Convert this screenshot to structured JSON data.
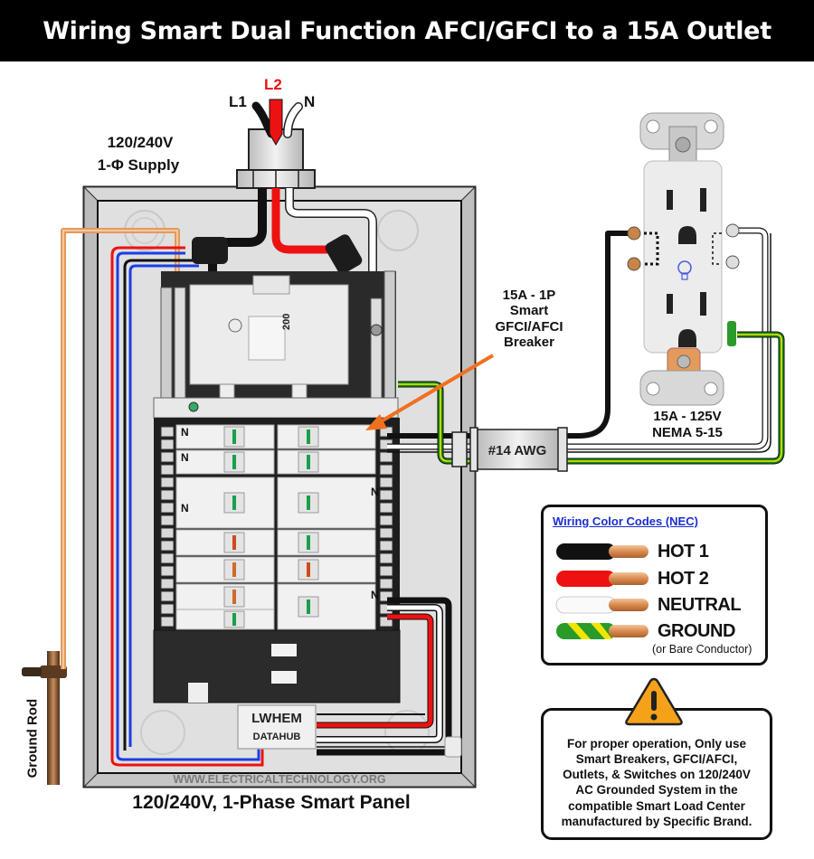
{
  "title": "Wiring Smart Dual Function AFCI/GFCI to a 15A Outlet",
  "supply": {
    "line1": "120/240V",
    "line2": "1-Φ Supply",
    "conductors": {
      "l1": "L1",
      "l2": "L2",
      "n": "N"
    }
  },
  "main_breaker": {
    "rating": "200"
  },
  "breaker_callout": [
    "15A - 1P",
    "Smart",
    "GFCI/AFCI",
    "Breaker"
  ],
  "cable_label": "#14 AWG",
  "outlet": {
    "line1": "15A - 125V",
    "line2": "NEMA 5-15"
  },
  "datahub": {
    "line1": "LWHEM",
    "line2": "DATAHUB"
  },
  "watermark": "WWW.ELECTRICALTECHNOLOGY.ORG",
  "panel_caption": "120/240V, 1-Phase Smart Panel",
  "ground_rod_label": "Ground Rod",
  "neutral_marker": "N",
  "legend": {
    "title": "Wiring Color Codes (NEC)",
    "items": [
      {
        "label": "HOT 1",
        "color": "#111111"
      },
      {
        "label": "HOT 2",
        "color": "#ee1111"
      },
      {
        "label": "NEUTRAL",
        "color": "#ffffff"
      },
      {
        "label": "GROUND",
        "color": "#2a9a2a",
        "stripe": "#f2e600"
      }
    ],
    "ground_note": "(or Bare Conductor)"
  },
  "warning": {
    "icon": "warning-triangle-icon",
    "lines": [
      "For proper operation, Only use",
      "Smart Breakers, GFCI/AFCI,",
      "Outlets, & Switches on 120/240V",
      "AC Grounded System in the",
      "compatible Smart Load Center",
      "manufactured by Specific Brand."
    ]
  },
  "colors": {
    "hot1": "#111111",
    "hot2": "#ee1111",
    "neutral": "#ffffff",
    "ground": "#1a8a1a",
    "ground_stripe": "#f2e600",
    "bond": "#1a3ee6",
    "copper": "#e39a5a",
    "arrow": "#f07020"
  }
}
